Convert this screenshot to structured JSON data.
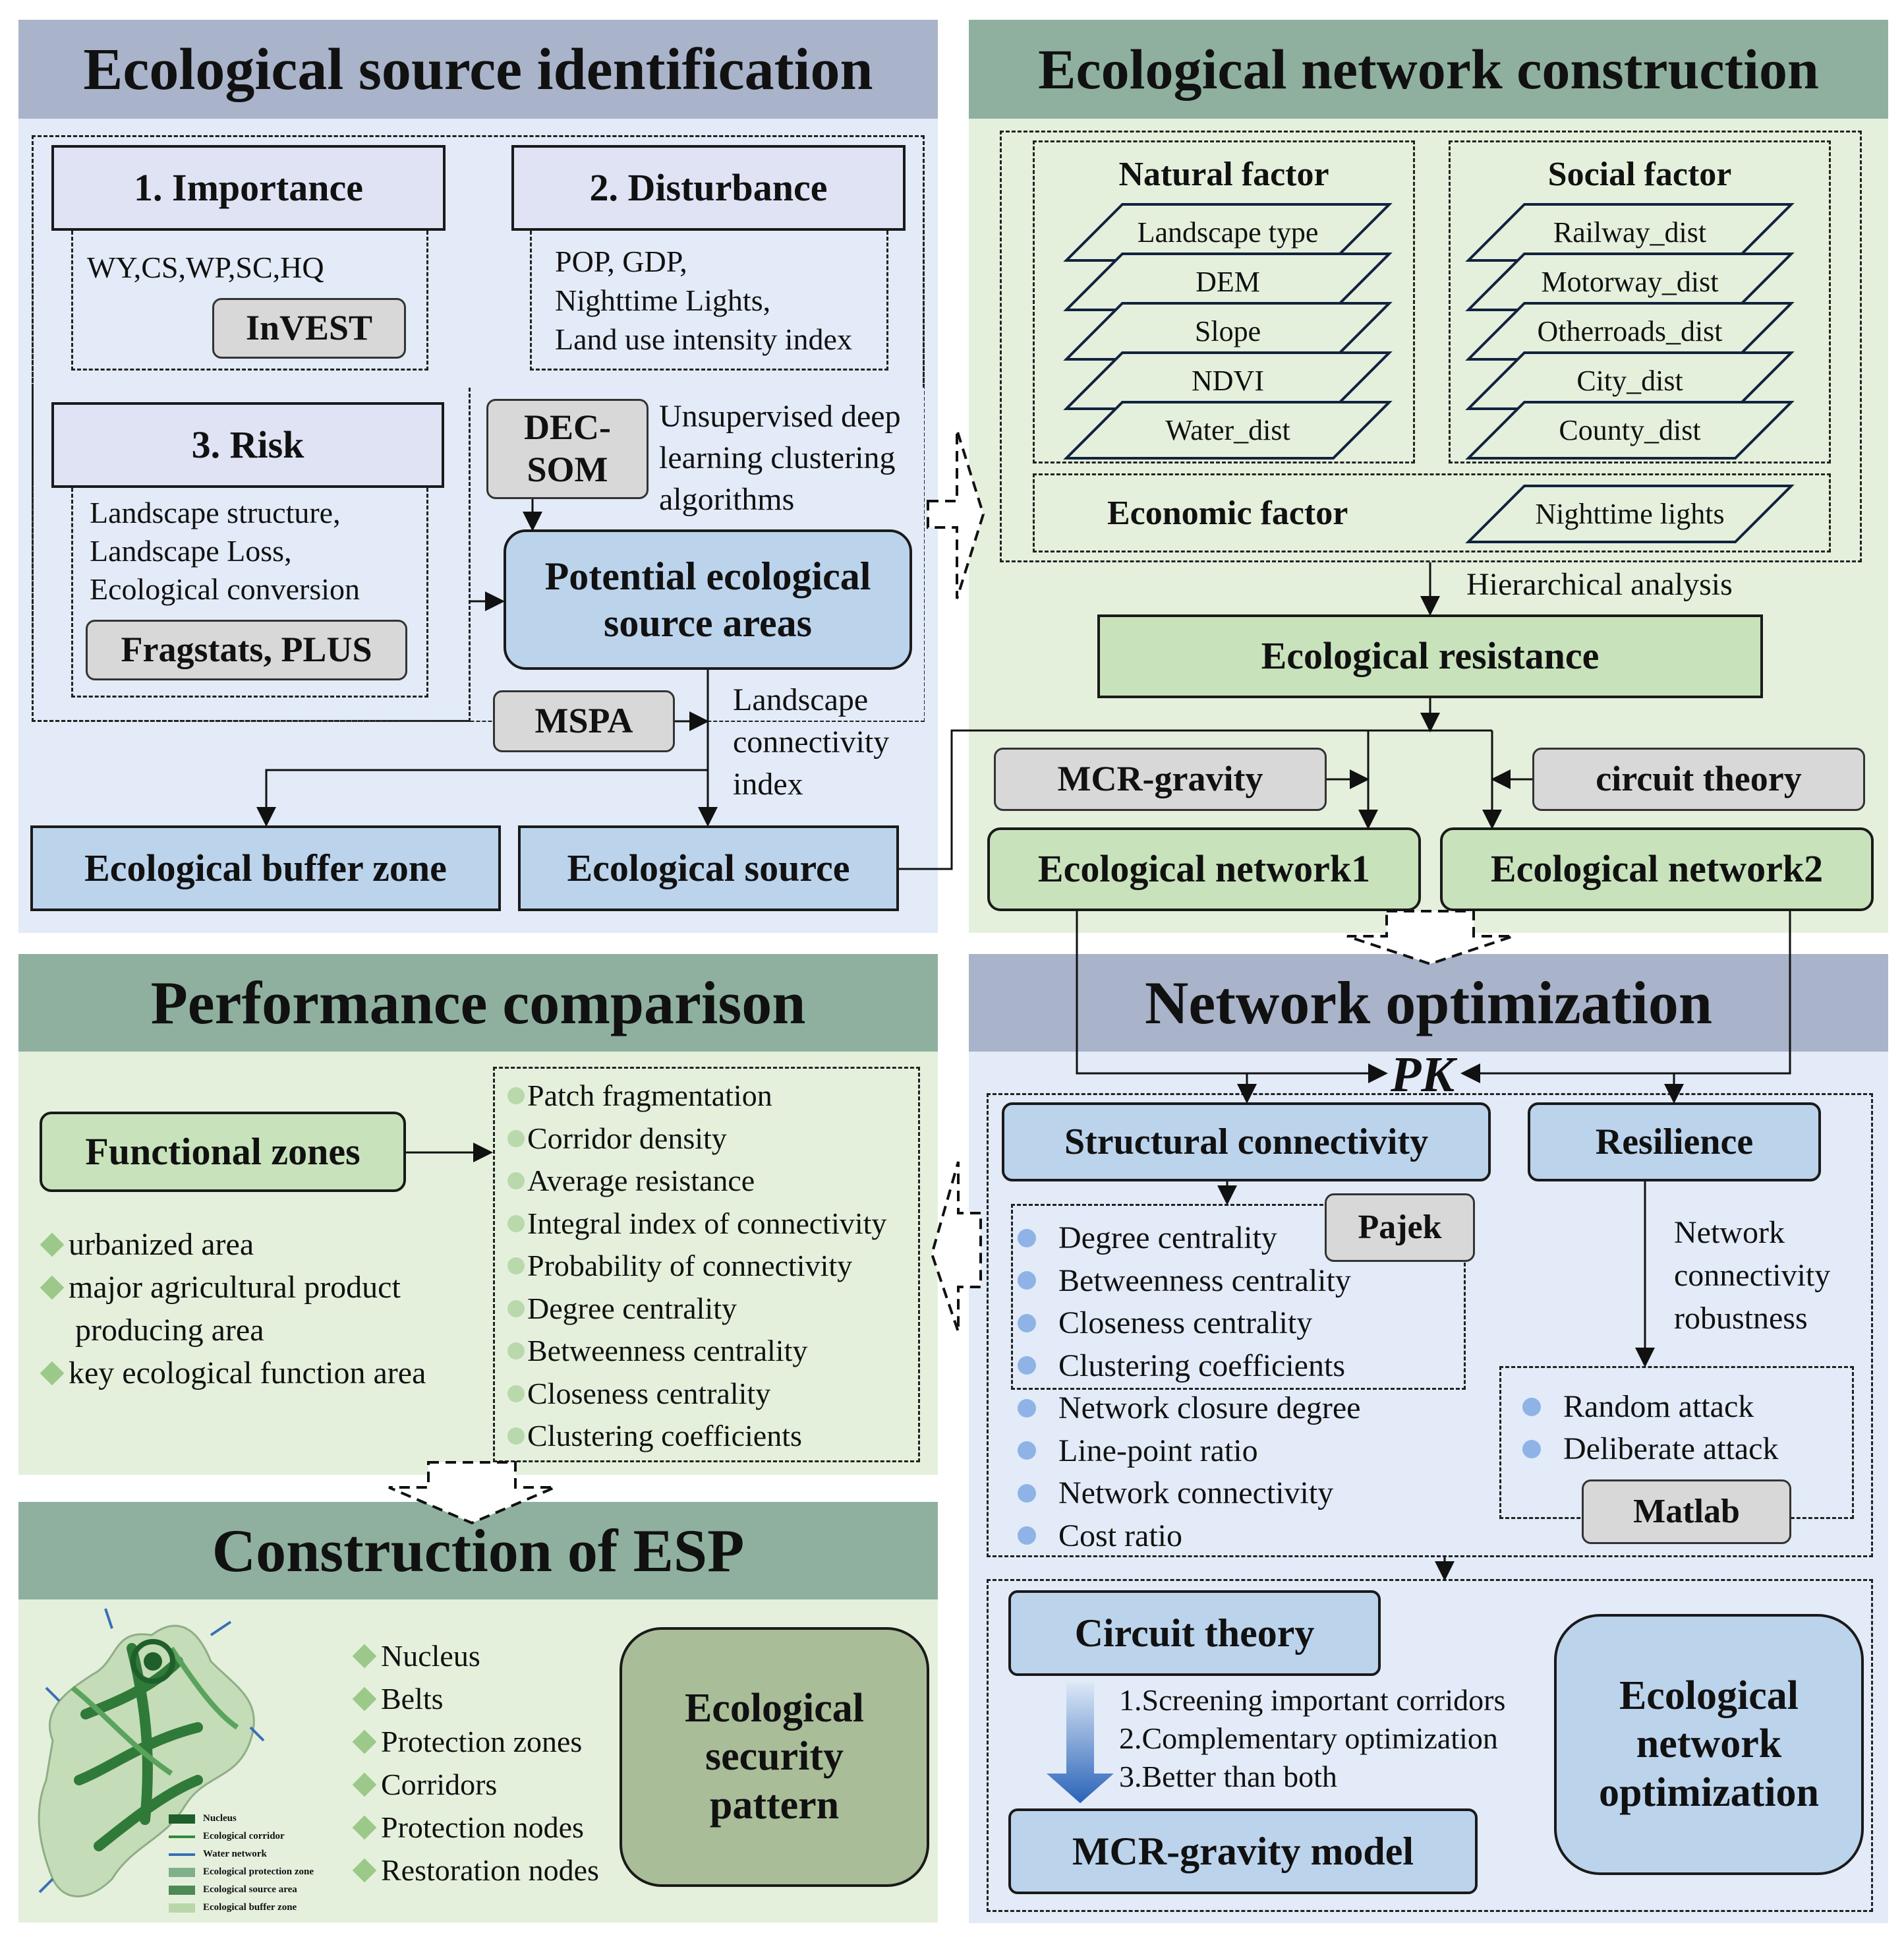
{
  "panels": {
    "source": {
      "title": "Ecological source identification"
    },
    "network": {
      "title": "Ecological network construction"
    },
    "performance": {
      "title": "Performance comparison"
    },
    "optimization": {
      "title": "Network optimization"
    },
    "esp": {
      "title": "Construction of ESP"
    }
  },
  "source": {
    "importance": {
      "title": "1. Importance",
      "text": "WY,CS,WP,SC,HQ",
      "tool": "InVEST"
    },
    "disturbance": {
      "title": "2. Disturbance",
      "lines": [
        "POP, GDP,",
        "Nighttime  Lights,",
        "Land use intensity index"
      ]
    },
    "risk": {
      "title": "3. Risk",
      "lines": [
        "Landscape structure,",
        "Landscape Loss,",
        "Ecological conversion"
      ],
      "tool": "Fragstats, PLUS"
    },
    "decsom": {
      "label_l1": "DEC-",
      "label_l2": "SOM",
      "desc": [
        "Unsupervised deep",
        "learning clustering",
        "algorithms"
      ]
    },
    "potential": {
      "l1": "Potential ecological",
      "l2": "source areas"
    },
    "mspa": "MSPA",
    "lci": [
      "Landscape",
      "connectivity",
      "index"
    ],
    "buffer": "Ecological buffer zone",
    "esource": "Ecological source"
  },
  "network": {
    "natural": {
      "title": "Natural factor",
      "layers": [
        "Landscape type",
        "DEM",
        "Slope",
        "NDVI",
        "Water_dist"
      ]
    },
    "social": {
      "title": "Social factor",
      "layers": [
        "Railway_dist",
        "Motorway_dist",
        "Otherroads_dist",
        "City_dist",
        "County_dist"
      ]
    },
    "economic": {
      "title": "Economic factor",
      "layer": "Nighttime lights"
    },
    "hierarchical": "Hierarchical analysis",
    "resistance": "Ecological resistance",
    "mcr": "MCR-gravity",
    "circuit": "circuit theory",
    "net1": "Ecological network1",
    "net2": "Ecological network2"
  },
  "performance": {
    "functional": "Functional zones",
    "zones": [
      {
        "l1": "urbanized area"
      },
      {
        "l1": "major agricultural product",
        "l2": "producing area"
      },
      {
        "l1": "key ecological function area"
      }
    ],
    "metrics": [
      "Patch fragmentation",
      "Corridor density",
      "Average resistance",
      "Integral index of connectivity",
      "Probability of connectivity",
      "Degree centrality",
      "Betweenness centrality",
      "Closeness centrality",
      "Clustering coefficients"
    ]
  },
  "optimization": {
    "pk": "PK",
    "structural": "Structural connectivity",
    "resilience": "Resilience",
    "pajek": "Pajek",
    "struct_metrics": [
      "Degree centrality",
      "Betweenness centrality",
      "Closeness centrality",
      "Clustering coefficients",
      "Network closure degree",
      "Line-point ratio",
      "Network connectivity",
      "Cost ratio"
    ],
    "robust": [
      "Network",
      "connectivity",
      "robustness"
    ],
    "attacks": [
      "Random attack",
      "Deliberate attack"
    ],
    "matlab": "Matlab",
    "circuit_theory": "Circuit theory",
    "steps": [
      "1.Screening important corridors",
      "2.Complementary optimization",
      "3.Better than both"
    ],
    "mcr_model": "MCR-gravity model",
    "eno": [
      "Ecological",
      "network",
      "optimization"
    ]
  },
  "esp": {
    "elements": [
      "Nucleus",
      "Belts",
      "Protection zones",
      "Corridors",
      "Protection nodes",
      "Restoration nodes"
    ],
    "esp_box": [
      "Ecological",
      "security",
      "pattern"
    ],
    "map_legend": [
      "Nucleus",
      "Ecological corridor",
      "Water network",
      "Ecological protection zone",
      "Ecological source area",
      "Ecological buffer zone"
    ]
  },
  "colors": {
    "blue_panel": "#e2ebf7",
    "blue_title": "#a9b3c9",
    "green_panel": "#e4f0dc",
    "green_title": "#8fb09f",
    "blue_box": "#bcd3ec",
    "green_box": "#c8e3bc",
    "gray_box": "#d8d8d8"
  }
}
